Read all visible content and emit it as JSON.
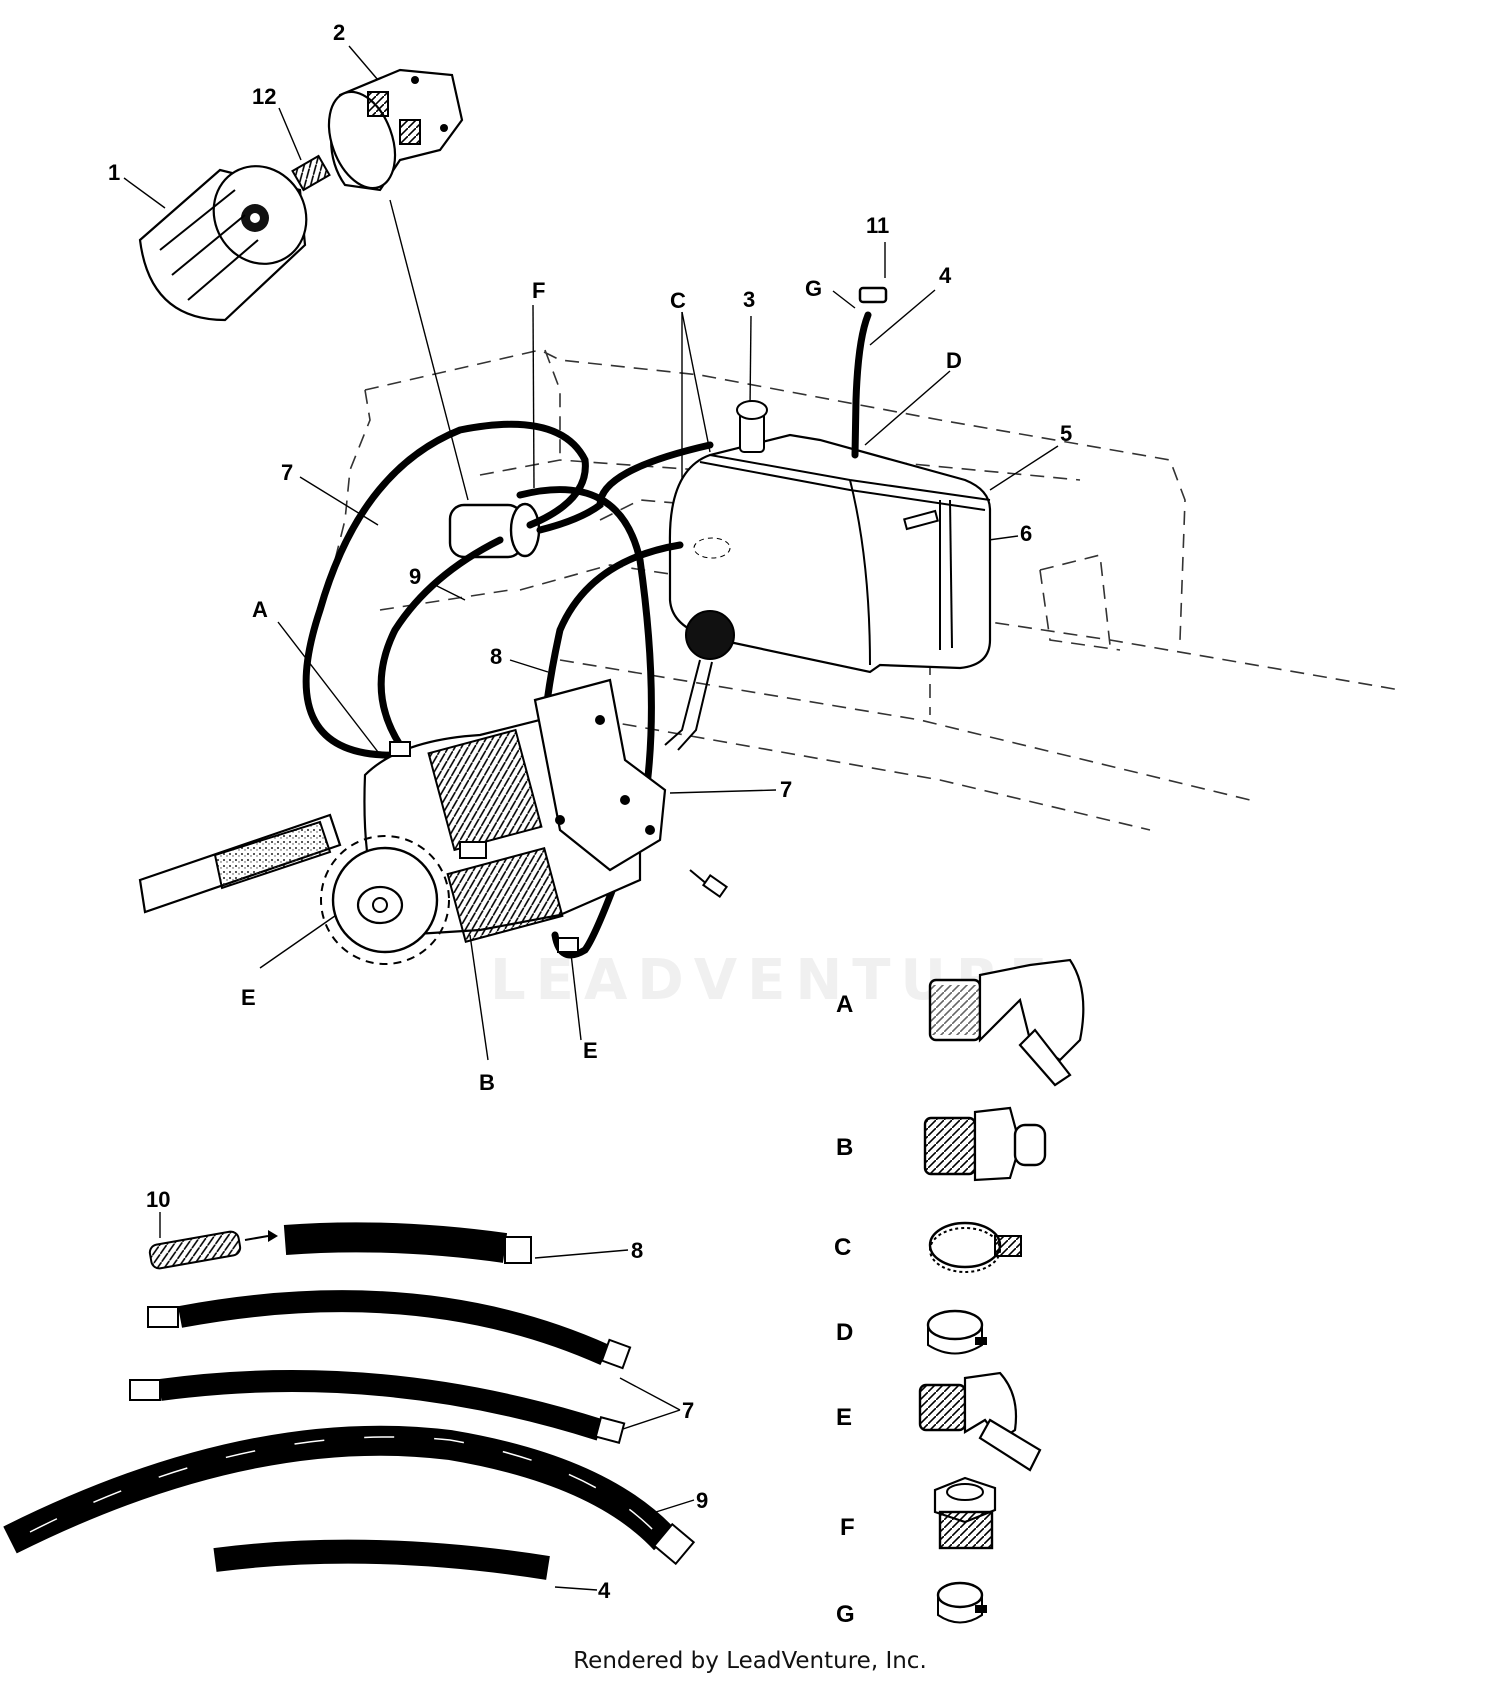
{
  "callouts": {
    "n1": "1",
    "n2": "2",
    "n3": "3",
    "n4a": "4",
    "n4b": "4",
    "n5": "5",
    "n6": "6",
    "n7a": "7",
    "n7b": "7",
    "n7c": "7",
    "n8a": "8",
    "n8b": "8",
    "n9a": "9",
    "n9b": "9",
    "n10": "10",
    "n11": "11",
    "n12": "12",
    "cA": "A",
    "cB": "B",
    "cC": "C",
    "cD": "D",
    "cE1": "E",
    "cE2": "E",
    "cF": "F",
    "cG": "G"
  },
  "legend": {
    "A": "A",
    "B": "B",
    "C": "C",
    "D": "D",
    "E": "E",
    "F": "F",
    "G": "G"
  },
  "watermark": "LEADVENTURE",
  "footer": "Rendered by LeadVenture, Inc."
}
